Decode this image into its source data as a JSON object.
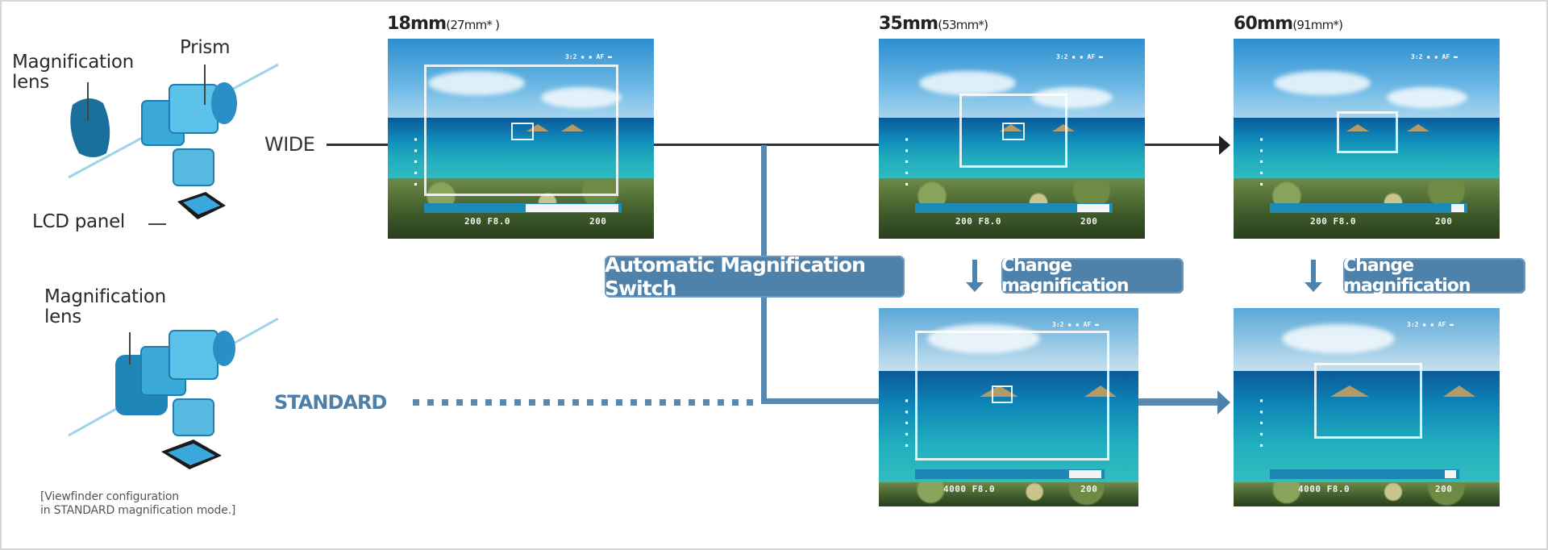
{
  "left_panel": {
    "wide_config": {
      "labels": {
        "magnification_lens_line1": "Magnification",
        "magnification_lens_line2": "lens",
        "prism": "Prism",
        "lcd_panel": "LCD panel"
      }
    },
    "standard_config": {
      "labels": {
        "magnification_lens_line1": "Magnification",
        "magnification_lens_line2": "lens"
      },
      "caption_line1": "[Viewfinder configuration",
      "caption_line2": "in STANDARD magnification mode.]"
    }
  },
  "modes": {
    "wide": "WIDE",
    "standard": "STANDARD"
  },
  "focal_lengths": [
    {
      "main": "18mm",
      "equiv": "(27mm* )"
    },
    {
      "main": "35mm",
      "equiv": "(53mm*)"
    },
    {
      "main": "60mm",
      "equiv": "(91mm*)"
    }
  ],
  "viewfinder": {
    "top_info": "3:2 ▪ ▪ AF ▬",
    "side_info": "▪ ▪ ▪ ▪ ▪",
    "readout_shutter_aperture": "200  F8.0",
    "readout_iso": "200",
    "readout_standard": "4000  F8.0",
    "readout_standard_iso": "200"
  },
  "labels": {
    "auto_switch": "Automatic Magnification Switch",
    "change_magnification_1": "Change magnification",
    "change_magnification_2": "Change magnification"
  },
  "colors": {
    "accent_blue": "#4f82aa",
    "line_dark": "#333333",
    "standard_text": "#4f7fa6"
  }
}
